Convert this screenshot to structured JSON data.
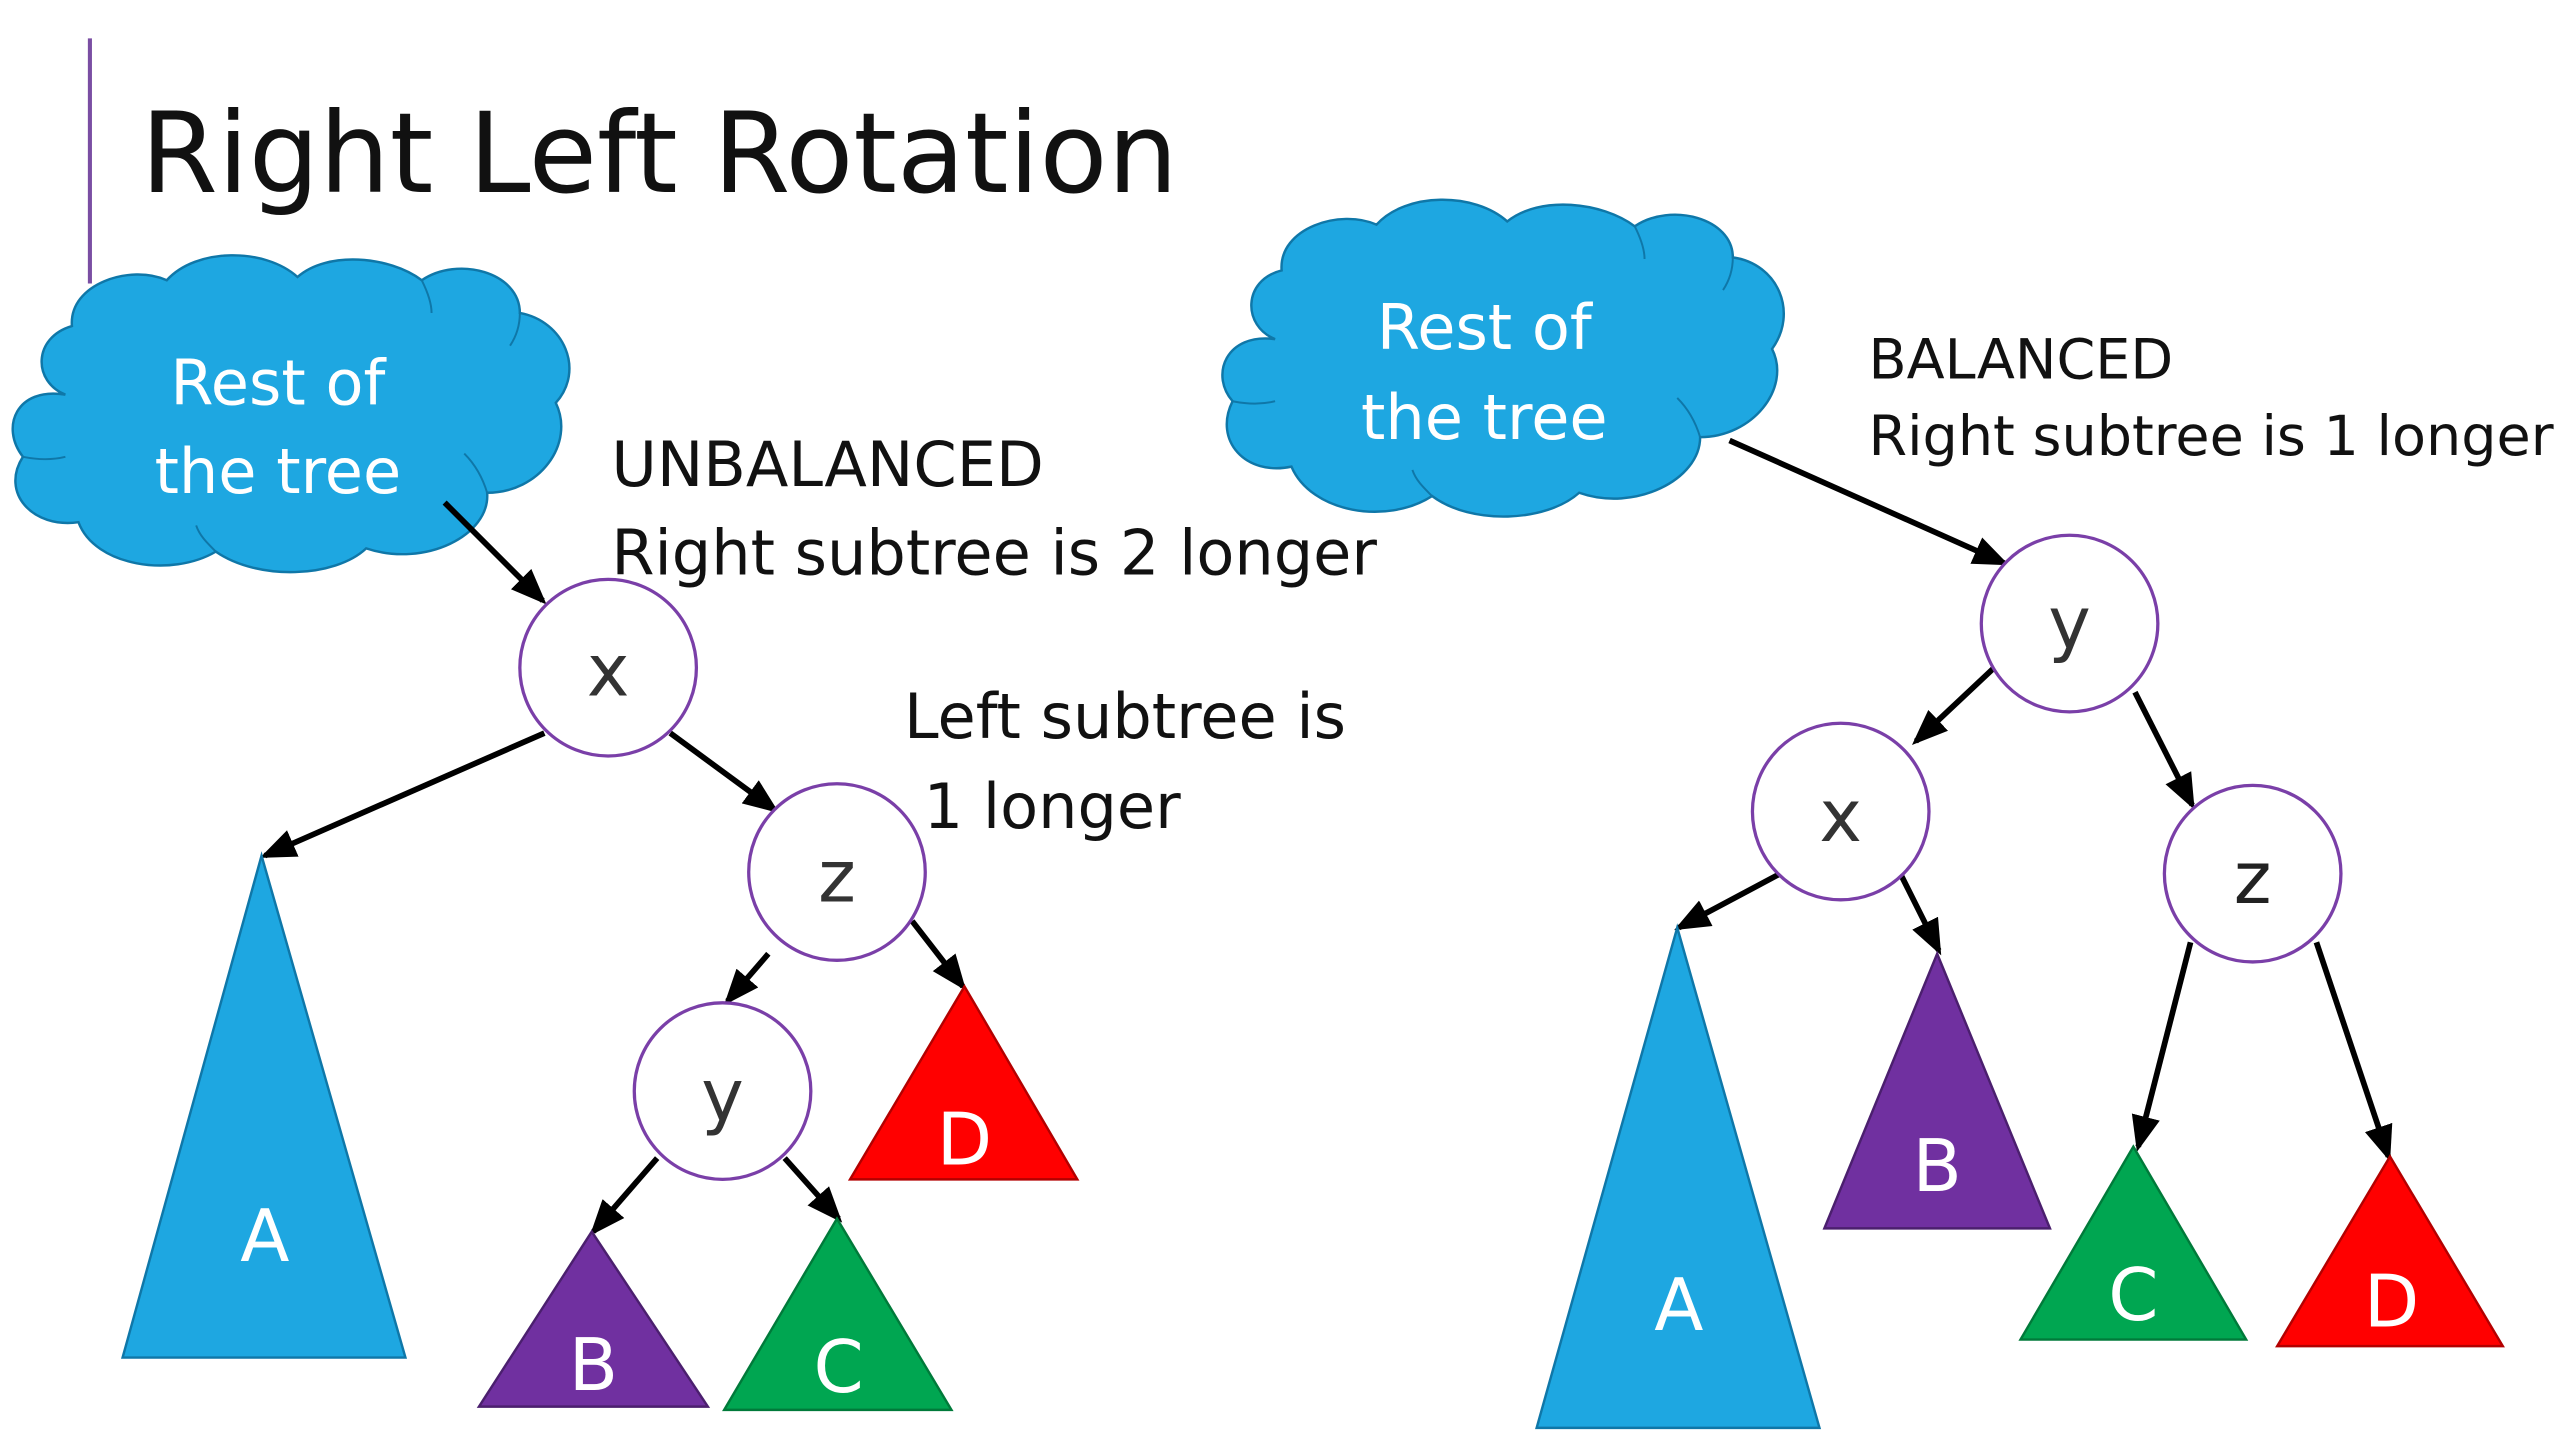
{
  "slide": {
    "title": "Right Left Rotation",
    "accent_color": "#7a4ea3"
  },
  "left": {
    "cloud_label": [
      "Rest of",
      "the tree"
    ],
    "status": "UNBALANCED",
    "status_detail": "Right subtree is 2 longer",
    "note": [
      "Left subtree is",
      "1 longer"
    ],
    "nodes": {
      "x": "x",
      "z": "z",
      "y": "y"
    },
    "subtrees": {
      "A": "A",
      "B": "B",
      "C": "C",
      "D": "D"
    }
  },
  "right": {
    "cloud_label": [
      "Rest of",
      "the tree"
    ],
    "status": "BALANCED",
    "status_detail": "Right subtree is 1 longer",
    "nodes": {
      "y": "y",
      "x": "x",
      "z": "z"
    },
    "subtrees": {
      "A": "A",
      "B": "B",
      "C": "C",
      "D": "D"
    }
  },
  "colors": {
    "cloud": "#1ea7e1",
    "node_border": "#7a3fa8",
    "subtree_A": "#1ea7e1",
    "subtree_B": "#7030a0",
    "subtree_C": "#00a651",
    "subtree_D": "#ff0000"
  }
}
